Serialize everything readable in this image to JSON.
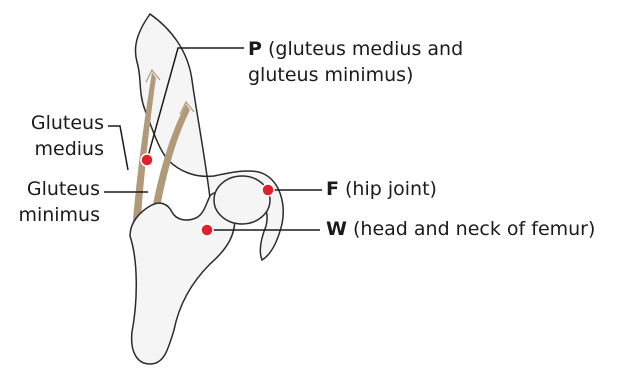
{
  "colors": {
    "bone_fill": "#f5f5f6",
    "bone_stroke": "#2b2b2b",
    "muscle": "#b09a7a",
    "point": "#e0202c",
    "leader": "#1b1b1b"
  },
  "labels": {
    "gluteus_medius": {
      "line1": "Gluteus",
      "line2": "medius"
    },
    "gluteus_minimus": {
      "line1": "Gluteus",
      "line2": "minimus"
    },
    "p": {
      "letter": "P",
      "line1": " (gluteus medius and",
      "line2": "gluteus minimus)"
    },
    "f": {
      "letter": "F",
      "text": " (hip joint)"
    },
    "w": {
      "letter": "W",
      "text": " (head and neck of femur)"
    }
  }
}
